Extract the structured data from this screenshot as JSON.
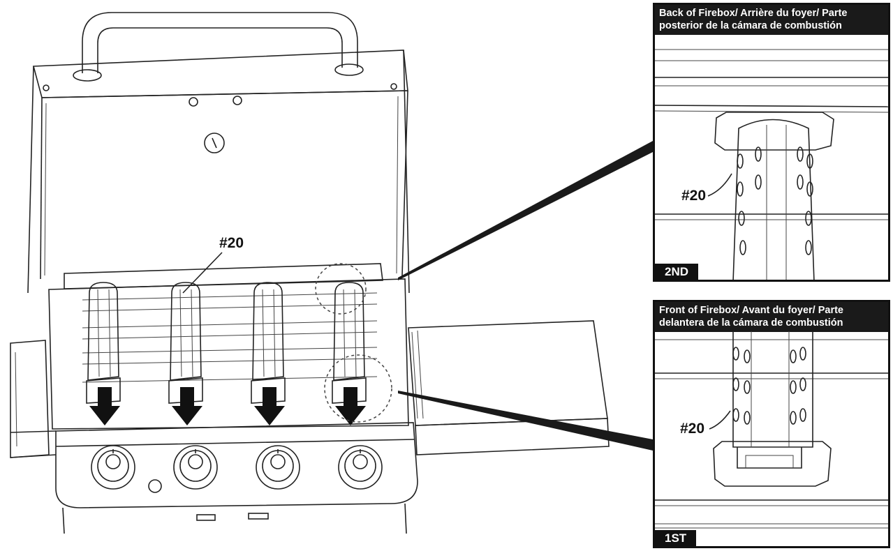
{
  "labels": {
    "part_main": "#20",
    "part_back": "#20",
    "part_front": "#20"
  },
  "detail_back": {
    "title": "Back of Firebox/ Arrière du foyer/ Parte posterior de la cámara de combustión",
    "step": "2ND"
  },
  "detail_front": {
    "title": "Front of Firebox/ Avant du foyer/ Parte delantera de la cámara de combustión",
    "step": "1ST"
  },
  "burners": [
    {
      "name": "burner-1"
    },
    {
      "name": "burner-2"
    },
    {
      "name": "burner-3"
    },
    {
      "name": "burner-4"
    }
  ]
}
